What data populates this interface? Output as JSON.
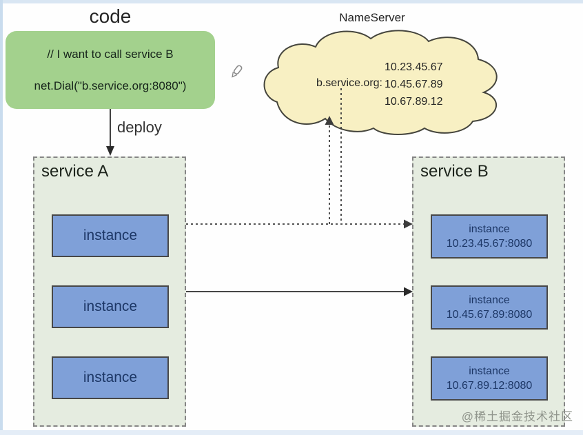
{
  "code_section": {
    "title": "code",
    "comment_line": "// I want to call service B",
    "code_line": "net.Dial(\"b.service.org:8080\")",
    "deploy_label": "deploy"
  },
  "nameserver": {
    "title": "NameServer",
    "domain_label": "b.service.org:",
    "ips": [
      "10.23.45.67",
      "10.45.67.89",
      "10.67.89.12"
    ]
  },
  "service_a": {
    "title": "service A",
    "instances": [
      "instance",
      "instance",
      "instance"
    ]
  },
  "service_b": {
    "title": "service B",
    "instances": [
      {
        "label": "instance",
        "address": "10.23.45.67:8080"
      },
      {
        "label": "instance",
        "address": "10.45.67.89:8080"
      },
      {
        "label": "instance",
        "address": "10.67.89.12:8080"
      }
    ]
  },
  "watermark": {
    "text": "@稀土掘金技术社区"
  },
  "colors": {
    "code_box_green": "#a3d18d",
    "cloud_yellow": "#f8f0c3",
    "service_box_bg": "#e5ece0",
    "instance_blue": "#7fa0d8",
    "instance_text": "#1d3766",
    "line_dark": "#3c3c3c"
  }
}
